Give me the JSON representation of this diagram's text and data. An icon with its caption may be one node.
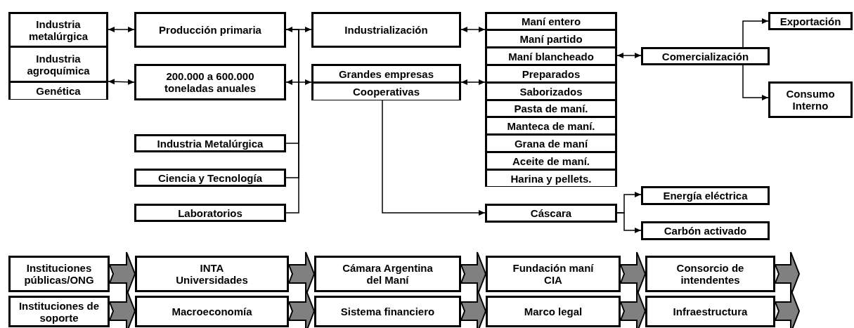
{
  "diagram": {
    "nodes": [
      {
        "text": [],
        "shape": "box"
      },
      {
        "text": [
          "Industria metalúrgica"
        ],
        "in": 0
      },
      {
        "text": [
          "Industria agroquímica"
        ],
        "in": 0
      },
      {
        "text": [
          "Genética"
        ],
        "in": 0
      },
      {
        "text": [
          "Producción primaria"
        ]
      },
      {
        "text": [
          "200.000 a 600.000 toneladas anuales"
        ]
      },
      {
        "text": [
          "Industria Metalúrgica"
        ]
      },
      {
        "text": [
          "Ciencia y Tecnología"
        ]
      },
      {
        "text": [
          "Laboratorios"
        ]
      },
      {
        "text": [
          "Industrialización"
        ]
      },
      {
        "text": [],
        "shape": "box"
      },
      {
        "text": [
          "Grandes empresas"
        ],
        "in": 10
      },
      {
        "text": [
          "Cooperativas"
        ],
        "in": 10
      },
      {
        "text": [],
        "shape": "box"
      },
      {
        "text": [
          "Maní entero"
        ],
        "in": 13
      },
      {
        "text": [
          "Maní partido"
        ],
        "in": 13
      },
      {
        "text": [
          "Maní blancheado"
        ],
        "in": 13
      },
      {
        "text": [
          "Preparados"
        ],
        "in": 13
      },
      {
        "text": [
          "Saborizados"
        ],
        "in": 13
      },
      {
        "text": [
          "Pasta de maní."
        ],
        "in": 13
      },
      {
        "text": [
          "Manteca de maní."
        ],
        "in": 13
      },
      {
        "text": [
          "Grana de maní"
        ],
        "in": 13
      },
      {
        "text": [
          "Aceite de maní."
        ],
        "in": 13
      },
      {
        "text": [
          "Harina y pellets."
        ],
        "in": 13
      },
      {
        "text": [
          "Comercialización"
        ]
      },
      {
        "text": [
          "Exportación"
        ]
      },
      {
        "text": [
          "Consumo Interno"
        ]
      },
      {
        "text": [
          "Cáscara"
        ]
      },
      {
        "text": [
          "Energía eléctrica"
        ]
      },
      {
        "text": [
          "Carbón activado"
        ]
      },
      {
        "text": [
          "Instituciones públicas/ONG"
        ]
      },
      {
        "text": [
          "INTA",
          "Universidades"
        ]
      },
      {
        "text": [
          "Cámara Argentina del Maní"
        ]
      },
      {
        "text": [
          "Fundación maní",
          "CIA"
        ]
      },
      {
        "text": [
          "Consorcio de intendentes"
        ]
      },
      {
        "text": [
          "Instituciones de soporte"
        ]
      },
      {
        "text": [
          "Macroeconomía"
        ]
      },
      {
        "text": [
          "Sistema financiero"
        ]
      },
      {
        "text": [
          "Marco legal"
        ]
      },
      {
        "text": [
          "Infraestructura"
        ]
      }
    ],
    "edges": [
      {
        "from": 0,
        "to": 4,
        "arrow": "both"
      },
      {
        "from": 0,
        "to": 5,
        "arrow": "both"
      },
      {
        "from": 4,
        "to": 9,
        "arrow": "both"
      },
      {
        "from": 4,
        "to": 6,
        "arrow": "to"
      },
      {
        "from": 4,
        "to": 7,
        "arrow": "to"
      },
      {
        "from": 4,
        "to": 8,
        "arrow": "to"
      },
      {
        "from": 5,
        "to": 10,
        "arrow": "both"
      },
      {
        "from": 9,
        "to": 13,
        "arrow": "both"
      },
      {
        "from": 10,
        "to": 13,
        "arrow": "both"
      },
      {
        "from": 12,
        "to": 27,
        "arrow": "to"
      },
      {
        "from": 16,
        "to": 24,
        "arrow": "both"
      },
      {
        "from": 24,
        "to": 25,
        "arrow": "to"
      },
      {
        "from": 24,
        "to": 26,
        "arrow": "to"
      },
      {
        "from": 27,
        "to": 28,
        "arrow": "to"
      },
      {
        "from": 27,
        "to": 29,
        "arrow": "to"
      },
      {
        "from": 30,
        "to": 31,
        "arrow": "to",
        "style": "thick",
        "color": "#808080"
      },
      {
        "from": 31,
        "to": 32,
        "arrow": "to",
        "style": "thick",
        "color": "#808080"
      },
      {
        "from": 32,
        "to": 33,
        "arrow": "to",
        "style": "thick",
        "color": "#808080"
      },
      {
        "from": 33,
        "to": 34,
        "arrow": "to",
        "style": "thick",
        "color": "#808080"
      },
      {
        "from": 34,
        "to": null,
        "arrow": "to",
        "style": "thick",
        "color": "#808080"
      },
      {
        "from": 35,
        "to": 36,
        "arrow": "to",
        "style": "thick",
        "color": "#808080"
      },
      {
        "from": 36,
        "to": 37,
        "arrow": "to",
        "style": "thick",
        "color": "#808080"
      },
      {
        "from": 37,
        "to": 38,
        "arrow": "to",
        "style": "thick",
        "color": "#808080"
      },
      {
        "from": 38,
        "to": 39,
        "arrow": "to",
        "style": "thick",
        "color": "#808080"
      },
      {
        "from": 39,
        "to": null,
        "arrow": "to",
        "style": "thick",
        "color": "#808080"
      }
    ]
  }
}
